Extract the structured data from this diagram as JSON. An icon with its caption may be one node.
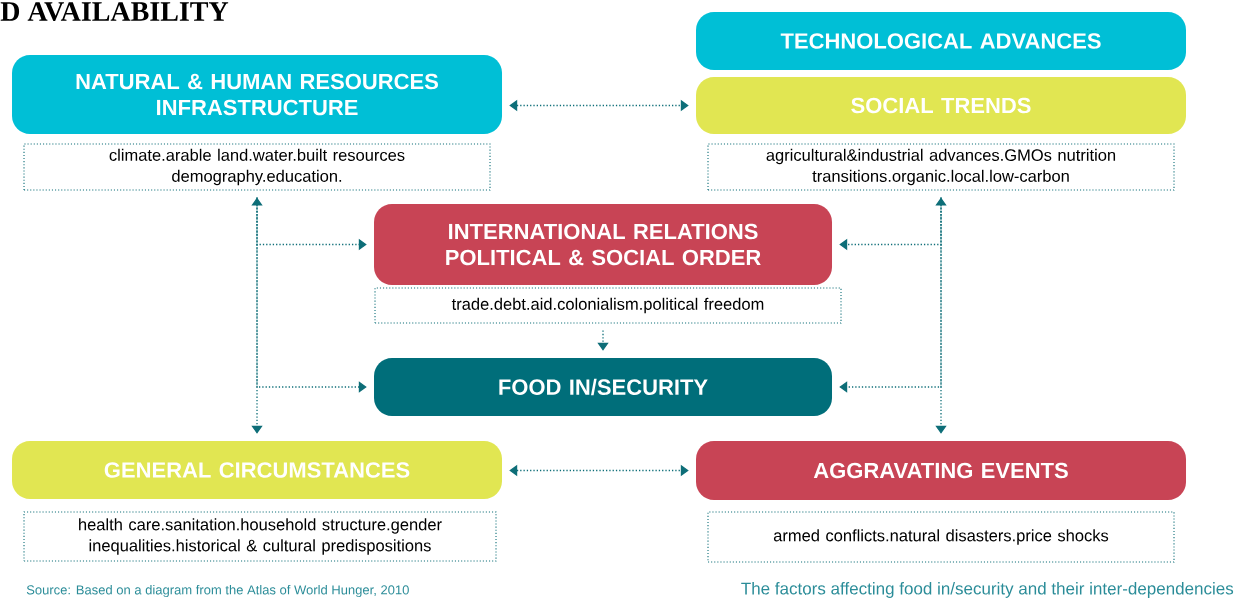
{
  "diagram": {
    "title": "D AVAILABILITY",
    "caption": "The factors affecting food in/security and their inter-dependencies",
    "nodes": [
      {
        "text": [
          "NATURAL & HUMAN RESOURCES INFRASTRUCTURE"
        ]
      },
      {
        "text": [
          "climate.arable land.water.built resources demography.education."
        ]
      },
      {
        "text": [
          "TECHNOLOGICAL ADVANCES"
        ]
      },
      {
        "text": [
          "SOCIAL TRENDS"
        ]
      },
      {
        "text": [
          "agricultural&industrial advances.GMOs nutrition transitions.organic.local.low-carbon"
        ]
      },
      {
        "text": [
          "INTERNATIONAL RELATIONS POLITICAL & SOCIAL ORDER"
        ]
      },
      {
        "text": [
          "trade.debt.aid.colonialism.political freedom"
        ]
      },
      {
        "text": [
          "FOOD IN/SECURITY"
        ]
      },
      {
        "text": [
          "GENERAL CIRCUMSTANCES"
        ]
      },
      {
        "text": [
          "health care.sanitation.household structure.gender inequalities.historical & cultural predispositions"
        ]
      },
      {
        "text": [
          "AGGRAVATING EVENTS"
        ]
      },
      {
        "text": [
          "armed conflicts.natural disasters.price shocks"
        ]
      }
    ],
    "edges": [
      {
        "from": 0,
        "to": 3,
        "arrow": "both"
      },
      {
        "from": 8,
        "to": 10,
        "arrow": "both"
      },
      {
        "from": 1,
        "to": 8,
        "arrow": "both"
      },
      {
        "from": 1,
        "to": 5,
        "arrow": "to"
      },
      {
        "from": 1,
        "to": 7,
        "arrow": "to"
      },
      {
        "from": 4,
        "to": 10,
        "arrow": "both"
      },
      {
        "from": 4,
        "to": 5,
        "arrow": "to"
      },
      {
        "from": 4,
        "to": 7,
        "arrow": "to"
      },
      {
        "from": 6,
        "to": 7,
        "arrow": "to"
      }
    ],
    "labels": [
      "Source: Based on a diagram from the Atlas of World Hunger, 2010"
    ]
  }
}
